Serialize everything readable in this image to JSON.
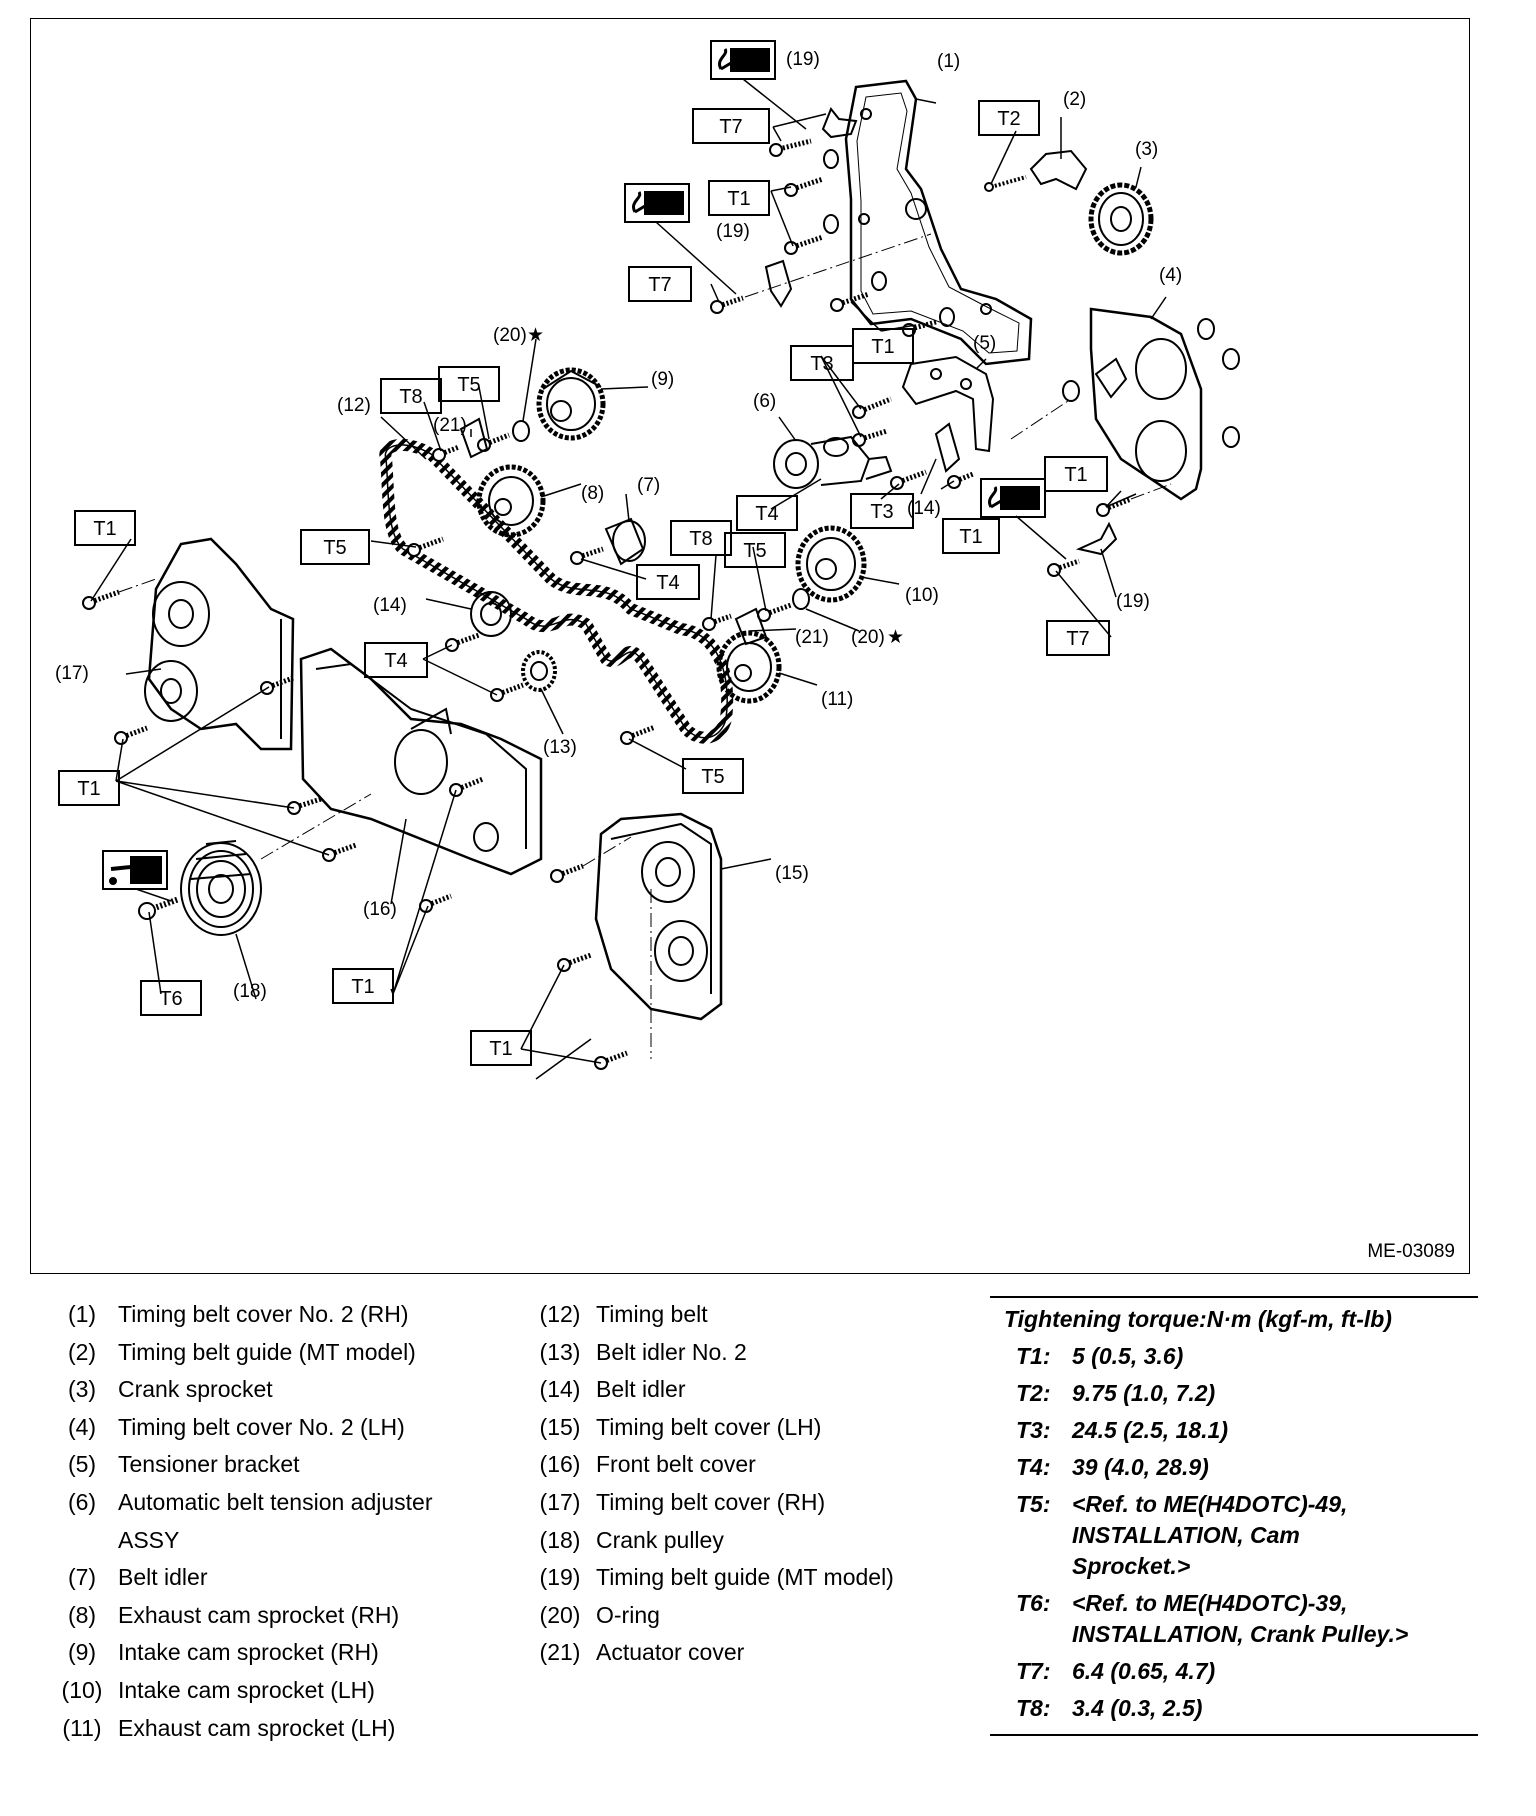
{
  "figure_id": "ME-03089",
  "torque_boxes": {
    "t7_top": "T7",
    "t1_top": "T1",
    "t2": "T2",
    "t7_mid": "T7",
    "t1_right": "T1",
    "t3_top": "T3",
    "t8_left": "T8",
    "t5_top": "T5",
    "t1_upperleft": "T1",
    "t5_left": "T5",
    "t4_mid": "T4",
    "t3_mid": "T3",
    "t1_mid": "T1",
    "t1_r2": "T1",
    "t8_mid": "T8",
    "t5_mid": "T5",
    "t4_right": "T4",
    "t4_left": "T4",
    "t7_right": "T7",
    "t5_low": "T5",
    "t1_left": "T1",
    "t6": "T6",
    "t1_bottom": "T1",
    "t1_br": "T1"
  },
  "callouts": {
    "c19a": "(19)",
    "c1": "(1)",
    "c2": "(2)",
    "c3": "(3)",
    "c19b": "(19)",
    "c4": "(4)",
    "c20a": "(20)",
    "c5": "(5)",
    "c9": "(9)",
    "c12": "(12)",
    "c21a": "(21)",
    "c6": "(6)",
    "c7": "(7)",
    "c8": "(8)",
    "c14a": "(14)",
    "c14b": "(14)",
    "c10": "(10)",
    "c19c": "(19)",
    "c21b": "(21)",
    "c20b": "(20)",
    "c17": "(17)",
    "c11": "(11)",
    "c13": "(13)",
    "c15": "(15)",
    "c16": "(16)",
    "c18": "(18)"
  },
  "legend_left": [
    {
      "num": "(1)",
      "desc": "Timing belt cover No. 2 (RH)"
    },
    {
      "num": "(2)",
      "desc": "Timing belt guide (MT model)"
    },
    {
      "num": "(3)",
      "desc": "Crank sprocket"
    },
    {
      "num": "(4)",
      "desc": "Timing belt cover No. 2 (LH)"
    },
    {
      "num": "(5)",
      "desc": "Tensioner bracket"
    },
    {
      "num": "(6)",
      "desc": "Automatic belt tension adjuster\nASSY"
    },
    {
      "num": "(7)",
      "desc": "Belt idler"
    },
    {
      "num": "(8)",
      "desc": "Exhaust cam sprocket (RH)"
    },
    {
      "num": "(9)",
      "desc": "Intake cam sprocket (RH)"
    },
    {
      "num": "(10)",
      "desc": "Intake cam sprocket (LH)"
    },
    {
      "num": "(11)",
      "desc": "Exhaust cam sprocket (LH)"
    }
  ],
  "legend_mid": [
    {
      "num": "(12)",
      "desc": "Timing belt"
    },
    {
      "num": "(13)",
      "desc": "Belt idler No. 2"
    },
    {
      "num": "(14)",
      "desc": "Belt idler"
    },
    {
      "num": "(15)",
      "desc": "Timing belt cover (LH)"
    },
    {
      "num": "(16)",
      "desc": "Front belt cover"
    },
    {
      "num": "(17)",
      "desc": "Timing belt cover (RH)"
    },
    {
      "num": "(18)",
      "desc": "Crank pulley"
    },
    {
      "num": "(19)",
      "desc": "Timing belt guide (MT model)"
    },
    {
      "num": "(20)",
      "desc": "O-ring"
    },
    {
      "num": "(21)",
      "desc": "Actuator cover"
    }
  ],
  "torque": {
    "heading": "Tightening torque:N·m (kgf-m, ft-lb)",
    "rows": [
      {
        "code": "T1:",
        "value": "5 (0.5, 3.6)"
      },
      {
        "code": "T2:",
        "value": "9.75 (1.0, 7.2)"
      },
      {
        "code": "T3:",
        "value": "24.5 (2.5, 18.1)"
      },
      {
        "code": "T4:",
        "value": "39 (4.0, 28.9)"
      },
      {
        "code": "T5:",
        "value": "<Ref. to ME(H4DOTC)-49,\nINSTALLATION, Cam\nSprocket.>"
      },
      {
        "code": "T6:",
        "value": "<Ref. to ME(H4DOTC)-39,\nINSTALLATION, Crank Pulley.>"
      },
      {
        "code": "T7:",
        "value": "6.4 (0.65, 4.7)"
      },
      {
        "code": "T8:",
        "value": "3.4 (0.3, 2.5)"
      }
    ]
  }
}
